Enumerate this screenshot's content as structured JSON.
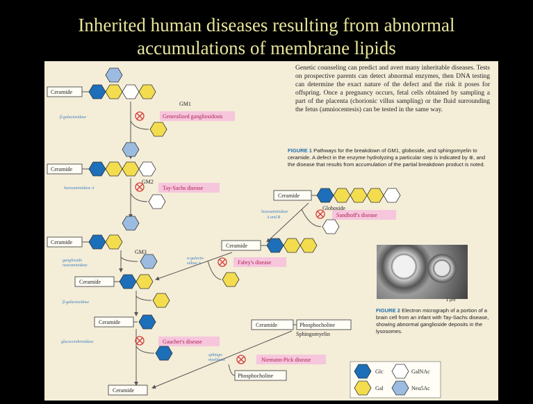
{
  "title_line1": "Inherited human diseases resulting from abnormal",
  "title_line2": "accumulations of membrane lipids",
  "paragraph": "Genetic counseling can predict and avert many inheritable diseases. Tests on prospective parents can detect abnormal enzymes, then DNA testing can determine the exact nature of the defect and the risk it poses for offspring. Once a pregnancy occurs, fetal cells obtained by sampling a part of the placenta (chorionic villus sampling) or the fluid surrounding the fetus (amniocentesis) can be tested in the same way.",
  "figure1_label": "FIGURE 1",
  "figure1_caption": "Pathways for the breakdown of GM1, globoside, and sphingomyelin to ceramide. A defect in the enzyme hydrolyzing a particular step is indicated by ⊗, and the disease that results from accumulation of the partial breakdown product is noted.",
  "figure2_label": "FIGURE 2",
  "figure2_caption": "Electron micrograph of a portion of a brain cell from an infant with Tay-Sachs disease, showing abnormal ganglioside deposits in the lysosomes.",
  "scale_bar": "1 μm",
  "molecules": {
    "ceramide": "Ceramide",
    "gm1": "GM1",
    "gm2": "GM2",
    "gm3": "GM3",
    "globoside": "Globoside",
    "phosphocholine": "Phosphocholine",
    "sphingomyelin": "Sphingomyelin"
  },
  "diseases": {
    "gm1": "Generalized gangliosidosis",
    "tay_sachs": "Tay-Sachs disease",
    "sandhoff": "Sandhoff's disease",
    "fabry": "Fabry's disease",
    "gaucher": "Gaucher's disease",
    "niemann_pick": "Niemann-Pick disease"
  },
  "enzymes": {
    "beta_gal_1": "β-galactosidase",
    "hex_a": "hexosaminidase A",
    "hex_ab_1": "hexosaminidase",
    "hex_ab_2": "A and B",
    "neur_1": "ganglioside",
    "neur_2": "neuraminidase",
    "alpha_gal_1": "α-galacto-",
    "alpha_gal_2": "sidase A",
    "beta_gal_2": "β-galactosidase",
    "glucocerebrosidase": "glucocerebrosidase",
    "sphingo_1": "sphingo-",
    "sphingo_2": "myelinase"
  },
  "legend": {
    "glc": "Glc",
    "gal": "Gal",
    "galnac": "GalNAc",
    "neu5ac": "Neu5Ac"
  },
  "colors": {
    "title": "#e8e59a",
    "panel": "#f4edd8",
    "glc": "#1c6fb8",
    "gal": "#f3dd4f",
    "galnac": "#ffffff",
    "neu5ac": "#9bbce0",
    "disease_box": "#f6c6dd",
    "block_mark": "#d43b3b",
    "enzyme_text": "#3a7fc2"
  }
}
